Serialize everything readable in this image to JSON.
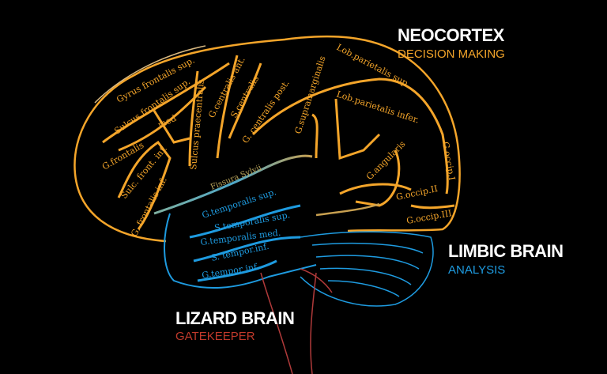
{
  "sections": {
    "neocortex": {
      "title": "NEOCORTEX",
      "subtitle": "DECISION MAKING",
      "color": "#F4A52A"
    },
    "limbic": {
      "title": "LIMBIC BRAIN",
      "subtitle": "ANALYSIS",
      "color": "#1E9BE0"
    },
    "lizard": {
      "title": "LIZARD BRAIN",
      "subtitle": "GATEKEEPER",
      "color": "#C0392B"
    }
  },
  "labels": {
    "gyrus_frontalis_sup": "Gyrus frontalis sup.",
    "sulcus_frontalis_sup": "Sulcus frontalis sup.",
    "med": "med",
    "g_frontalis": "G.frontalis",
    "sulc_front_inf": "Sulc. front. inf.",
    "g_frontalis_inf": "G. frontalis inf.",
    "sulcus_praecentralis": "Sulcus praecentralis",
    "g_centralis_ant": "G.centralis ant.",
    "s_centralis": "S.centralis",
    "g_centralis_post": "G. centralis post.",
    "lob_parietalis_sup": "Lob.parietalis sup.",
    "g_supramarginalis": "G.supramarginalis",
    "lob_parietalis_infer": "Lob.parietalis infer.",
    "g_angularis": "G.angularis",
    "g_occip_1": "G.occip.I",
    "g_occip_2": "G.occip.II",
    "g_occip_3": "G.occip.III",
    "fissura_sylvii": "Fissura Sylvii",
    "g_temporalis_sup": "G.temporalis sup.",
    "s_temporalis_sup": "S.temporalis sup.",
    "g_temporalis_med": "G.temporalis med.",
    "s_tempor_inf": "S. tempor.inf.",
    "g_tempor_inf": "G.tempor inf."
  }
}
